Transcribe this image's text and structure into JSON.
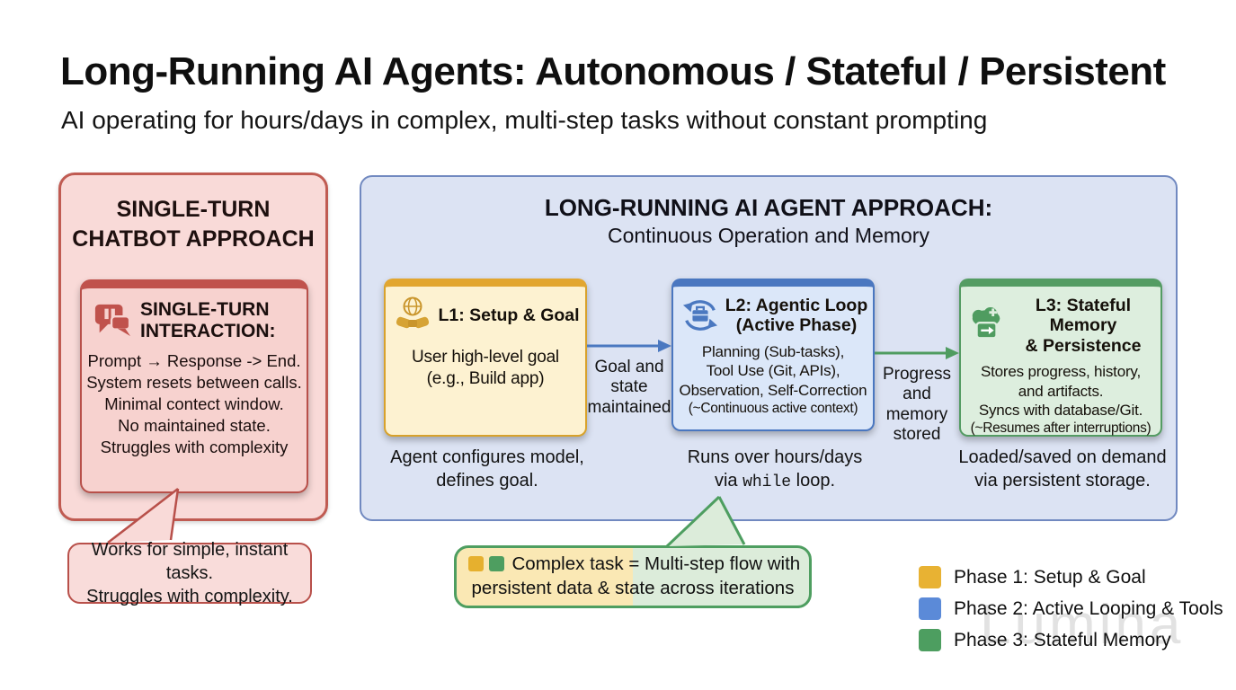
{
  "header": {
    "title": "Long-Running AI Agents: Autonomous / Stateful / Persistent",
    "subtitle": "AI operating for hours/days in complex, multi-step tasks without constant prompting"
  },
  "single_turn": {
    "heading": "SINGLE-TURN\nCHATBOT APPROACH",
    "card": {
      "icon": "chat-pause-icon",
      "title": "SINGLE-TURN\nINTERACTION:",
      "body": "Prompt → Response -> End.\nSystem resets between calls.\nMinimal contect window.\nNo maintained state.\nStruggles with complexity"
    },
    "callout": "Works for simple, instant tasks.\nStruggles with complexity."
  },
  "agent_panel": {
    "heading": "LONG-RUNNING AI AGENT APPROACH:",
    "subheading": "Continuous Operation and Memory",
    "stages": [
      {
        "icon": "handshake-globe-icon",
        "title": "L1: Setup & Goal",
        "body": "User high-level goal\n(e.g., Build app)",
        "caption": "Agent configures model,\ndefines goal."
      },
      {
        "icon": "loop-refresh-briefcase-icon",
        "title": "L2: Agentic Loop\n(Active Phase)",
        "body": "Planning (Sub-tasks),\nTool Use (Git, APIs),\nObservation, Self-Correction",
        "note": "(~Continuous active context)",
        "caption_pre": "Runs over hours/days\nvia ",
        "caption_code": "while",
        "caption_post": " loop."
      },
      {
        "icon": "cloud-sync-icon",
        "title": "L3: Stateful Memory\n& Persistence",
        "body": "Stores progress, history,\nand artifacts.\nSyncs with database/Git.",
        "note": "(~Resumes after interruptions)",
        "caption": "Loaded/saved on demand\nvia persistent storage."
      }
    ],
    "arrows": [
      {
        "label": "Goal and\nstate\nmaintained",
        "color": "#4a78c0"
      },
      {
        "label": "Progress\nand\nmemory\nstored",
        "color": "#4f9c60"
      }
    ]
  },
  "complex_callout": {
    "line1": "Complex task = Multi-step flow with",
    "line2": "persistent data & state across iterations"
  },
  "legend": {
    "items": [
      {
        "color": "#e8b233",
        "label": "Phase 1: Setup & Goal"
      },
      {
        "color": "#5b8ad8",
        "label": "Phase 2: Active Looping & Tools"
      },
      {
        "color": "#4d9e60",
        "label": "Phase 3: Stateful Memory"
      }
    ]
  },
  "watermark": "Lumina",
  "colors": {
    "red_border": "#c0524c",
    "red_fill": "#f9dad8",
    "panel_blue_fill": "#dce3f3",
    "panel_blue_border": "#7189c0",
    "l1_accent": "#e2a62f",
    "l1_fill": "#fdf2d1",
    "l2_accent": "#4a77c0",
    "l2_fill": "#dbe7f9",
    "l3_accent": "#549c63",
    "l3_fill": "#ddeede"
  }
}
